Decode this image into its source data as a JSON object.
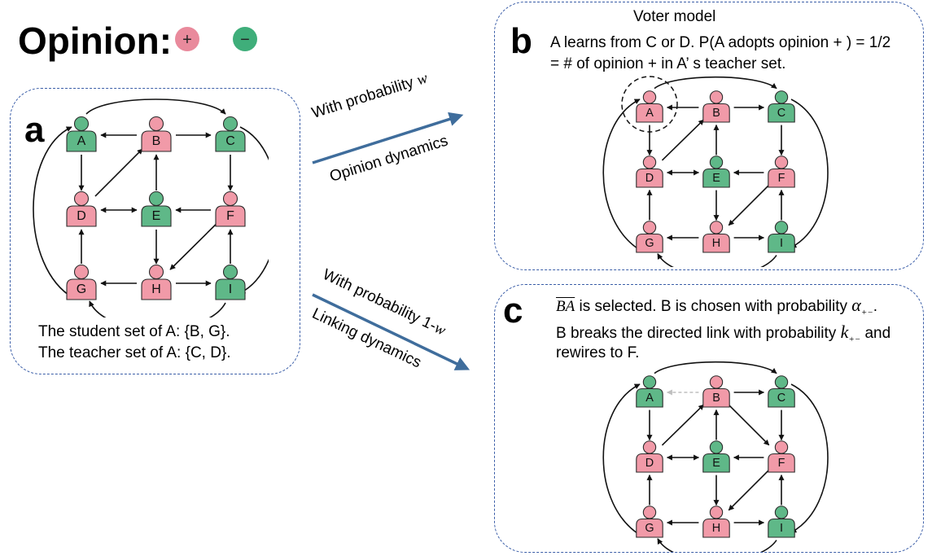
{
  "legend": {
    "title": "Opinion:",
    "plus_symbol": "+",
    "minus_symbol": "−",
    "plus_color": "#e98a9c",
    "minus_color": "#3fae7a"
  },
  "colors": {
    "node_plus": "#f19aa8",
    "node_minus": "#5fb888",
    "node_stroke": "#2b2b2b",
    "panel_border": "#3b5ea8",
    "arrow_blue": "#3f6d9c",
    "broken_link": "#bfbfbf"
  },
  "panel_a": {
    "letter": "a",
    "student_text": "The student set of A: {B, G}.",
    "teacher_text": "The teacher set of A: {C, D}."
  },
  "arrows": {
    "top_label_1": "With probability",
    "top_label_1_math": "w",
    "top_label_2": "Opinion dynamics",
    "bottom_label_1": "With probability 1-",
    "bottom_label_1_math": "w",
    "bottom_label_2": "Linking dynamics"
  },
  "panel_b": {
    "letter": "b",
    "title": "Voter model",
    "line1": "A learns from C or D. P(A adopts opinion + ) = 1/2",
    "line2": "= # of opinion + in A’ s teacher set."
  },
  "panel_c": {
    "letter": "c",
    "line1_math": "BA",
    "line1_text": " is selected. B is chosen with probability ",
    "line1_alpha": "α",
    "line1_sub": "+−",
    "line2_text": "B breaks the directed link with probability ",
    "line2_k": "k",
    "line2_sub": "+−",
    "line2_end": " and",
    "line3": "rewires to F."
  },
  "graphs": {
    "a": {
      "nodes": [
        {
          "id": "A",
          "label": "A",
          "opinion": "minus"
        },
        {
          "id": "B",
          "label": "B",
          "opinion": "plus"
        },
        {
          "id": "C",
          "label": "C",
          "opinion": "minus"
        },
        {
          "id": "D",
          "label": "D",
          "opinion": "plus"
        },
        {
          "id": "E",
          "label": "E",
          "opinion": "minus"
        },
        {
          "id": "F",
          "label": "F",
          "opinion": "plus"
        },
        {
          "id": "G",
          "label": "G",
          "opinion": "plus"
        },
        {
          "id": "H",
          "label": "H",
          "opinion": "plus"
        },
        {
          "id": "I",
          "label": "I",
          "opinion": "minus"
        }
      ],
      "edges": [
        {
          "from": "B",
          "to": "A"
        },
        {
          "from": "B",
          "to": "C"
        },
        {
          "from": "A",
          "to": "D"
        },
        {
          "from": "D",
          "to": "B"
        },
        {
          "from": "E",
          "to": "B"
        },
        {
          "from": "C",
          "to": "F"
        },
        {
          "from": "D",
          "to": "E",
          "bidirectional": true
        },
        {
          "from": "F",
          "to": "E"
        },
        {
          "from": "G",
          "to": "D"
        },
        {
          "from": "E",
          "to": "H"
        },
        {
          "from": "F",
          "to": "H"
        },
        {
          "from": "I",
          "to": "F"
        },
        {
          "from": "H",
          "to": "G"
        },
        {
          "from": "H",
          "to": "I"
        },
        {
          "from": "A",
          "to": "C",
          "curve": "top"
        },
        {
          "from": "G",
          "to": "A",
          "curve": "left"
        },
        {
          "from": "C",
          "to": "I",
          "curve": "right"
        },
        {
          "from": "I",
          "to": "G",
          "curve": "bottom"
        }
      ]
    },
    "b": {
      "nodes": [
        {
          "id": "A",
          "label": "A",
          "opinion": "plus",
          "highlight": true
        },
        {
          "id": "B",
          "label": "B",
          "opinion": "plus"
        },
        {
          "id": "C",
          "label": "C",
          "opinion": "minus"
        },
        {
          "id": "D",
          "label": "D",
          "opinion": "plus"
        },
        {
          "id": "E",
          "label": "E",
          "opinion": "minus"
        },
        {
          "id": "F",
          "label": "F",
          "opinion": "plus"
        },
        {
          "id": "G",
          "label": "G",
          "opinion": "plus"
        },
        {
          "id": "H",
          "label": "H",
          "opinion": "plus"
        },
        {
          "id": "I",
          "label": "I",
          "opinion": "minus"
        }
      ],
      "edges": [
        {
          "from": "B",
          "to": "A"
        },
        {
          "from": "B",
          "to": "C"
        },
        {
          "from": "A",
          "to": "D"
        },
        {
          "from": "D",
          "to": "B"
        },
        {
          "from": "E",
          "to": "B"
        },
        {
          "from": "C",
          "to": "F"
        },
        {
          "from": "D",
          "to": "E",
          "bidirectional": true
        },
        {
          "from": "F",
          "to": "E"
        },
        {
          "from": "G",
          "to": "D"
        },
        {
          "from": "E",
          "to": "H"
        },
        {
          "from": "F",
          "to": "H"
        },
        {
          "from": "I",
          "to": "F"
        },
        {
          "from": "H",
          "to": "G"
        },
        {
          "from": "H",
          "to": "I"
        },
        {
          "from": "A",
          "to": "C",
          "curve": "top"
        },
        {
          "from": "G",
          "to": "A",
          "curve": "left"
        },
        {
          "from": "C",
          "to": "I",
          "curve": "right"
        },
        {
          "from": "I",
          "to": "G",
          "curve": "bottom"
        }
      ]
    },
    "c": {
      "nodes": [
        {
          "id": "A",
          "label": "A",
          "opinion": "minus"
        },
        {
          "id": "B",
          "label": "B",
          "opinion": "plus"
        },
        {
          "id": "C",
          "label": "C",
          "opinion": "minus"
        },
        {
          "id": "D",
          "label": "D",
          "opinion": "plus"
        },
        {
          "id": "E",
          "label": "E",
          "opinion": "minus"
        },
        {
          "id": "F",
          "label": "F",
          "opinion": "plus"
        },
        {
          "id": "G",
          "label": "G",
          "opinion": "plus"
        },
        {
          "id": "H",
          "label": "H",
          "opinion": "plus"
        },
        {
          "id": "I",
          "label": "I",
          "opinion": "minus"
        }
      ],
      "edges": [
        {
          "from": "B",
          "to": "A",
          "broken": true
        },
        {
          "from": "B",
          "to": "C"
        },
        {
          "from": "A",
          "to": "D"
        },
        {
          "from": "D",
          "to": "B"
        },
        {
          "from": "E",
          "to": "B"
        },
        {
          "from": "C",
          "to": "F"
        },
        {
          "from": "B",
          "to": "F",
          "new_link": true
        },
        {
          "from": "D",
          "to": "E",
          "bidirectional": true
        },
        {
          "from": "F",
          "to": "E"
        },
        {
          "from": "G",
          "to": "D"
        },
        {
          "from": "E",
          "to": "H"
        },
        {
          "from": "F",
          "to": "H"
        },
        {
          "from": "I",
          "to": "F"
        },
        {
          "from": "H",
          "to": "G"
        },
        {
          "from": "H",
          "to": "I"
        },
        {
          "from": "A",
          "to": "C",
          "curve": "top"
        },
        {
          "from": "G",
          "to": "A",
          "curve": "left"
        },
        {
          "from": "C",
          "to": "I",
          "curve": "right"
        },
        {
          "from": "I",
          "to": "G",
          "curve": "bottom"
        }
      ]
    }
  }
}
